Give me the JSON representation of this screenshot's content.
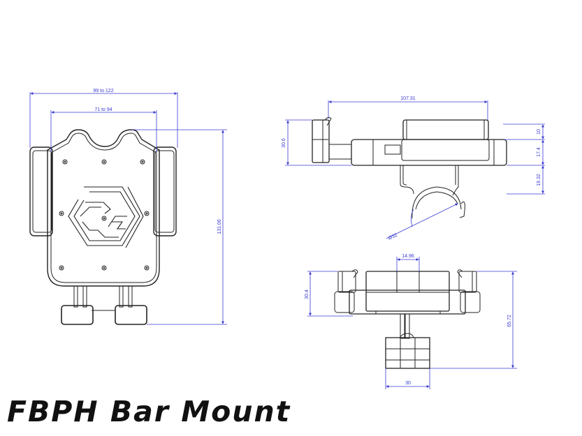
{
  "title": "FBPH Bar Mount",
  "colors": {
    "outline": "#222222",
    "dimension": "#3a3ad0",
    "background": "#ffffff"
  },
  "views": {
    "front": {
      "dimensions": {
        "outer_width": "99 to 122",
        "inner_width": "71 to 94",
        "height": "131.06"
      }
    },
    "side": {
      "dimensions": {
        "length": "107.31",
        "height_left": "30.6",
        "top_step": "10",
        "body_height": "17.4",
        "clamp_drop": "19.32",
        "bar_diameter": "Ø32"
      }
    },
    "top": {
      "dimensions": {
        "slot_width": "14.96",
        "height_left": "30.4",
        "total_height": "65.72",
        "base_width": "30"
      }
    }
  }
}
